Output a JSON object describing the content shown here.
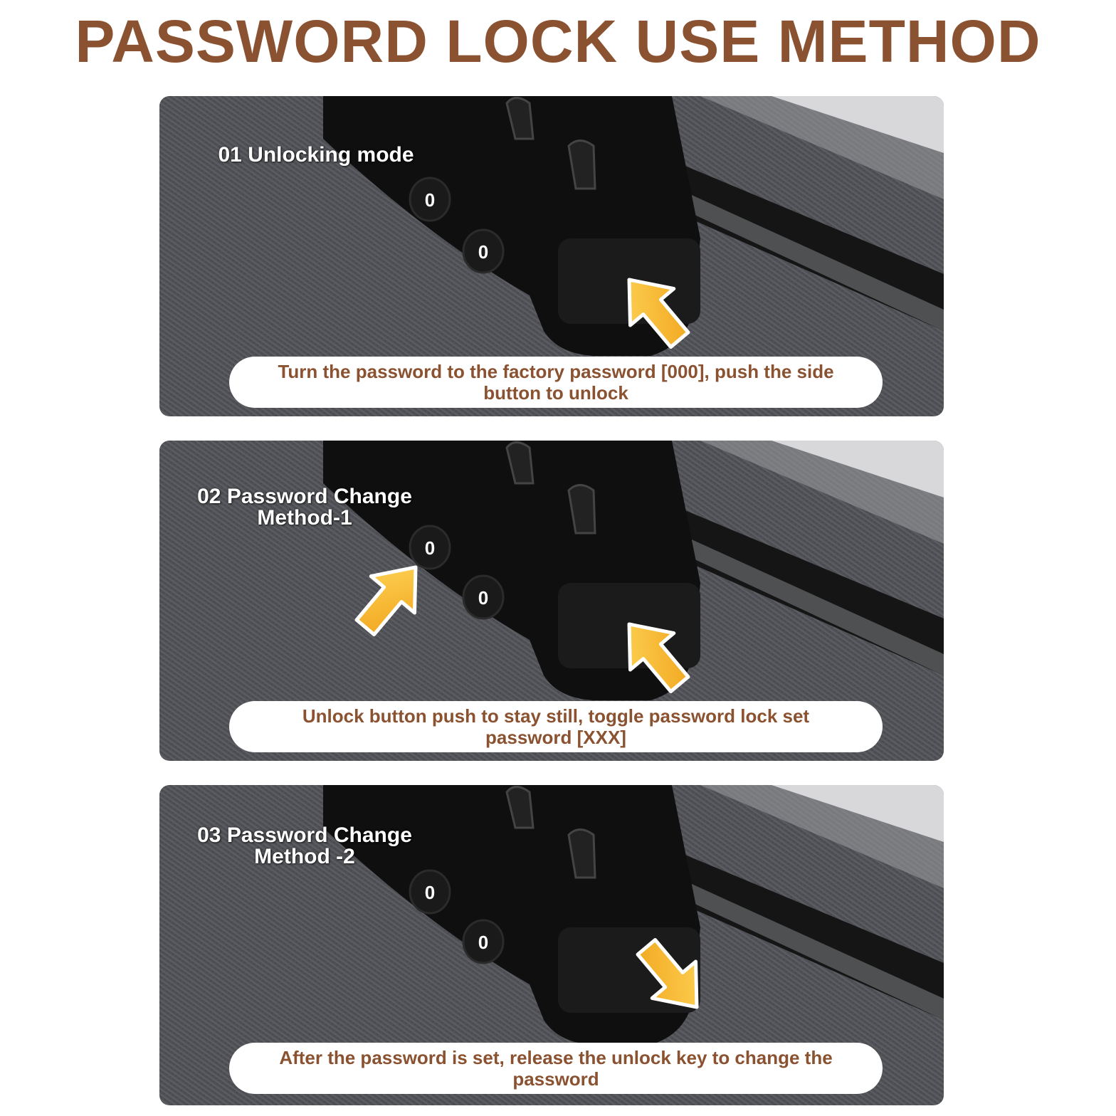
{
  "title": "PASSWORD LOCK USE METHOD",
  "colors": {
    "accent": "#8a5230",
    "fabric": "#4e4f53",
    "lock": "#111111",
    "arrow": "#f5b324"
  },
  "steps": [
    {
      "title": "01 Unlocking mode",
      "caption": "Turn the password to the factory password [000], push the side button to unlock",
      "dial_digit": "0",
      "arrows": [
        "up-left-arrow-icon"
      ]
    },
    {
      "title": "02 Password Change Method-1",
      "caption": "Unlock button push to stay still, toggle password lock set password [XXX]",
      "dial_digit": "0",
      "arrows": [
        "up-right-arrow-icon",
        "up-left-arrow-icon"
      ]
    },
    {
      "title": "03 Password Change Method -2",
      "caption": "After the password is set, release the unlock key to change the password",
      "dial_digit": "0",
      "arrows": [
        "down-right-arrow-icon"
      ]
    }
  ]
}
